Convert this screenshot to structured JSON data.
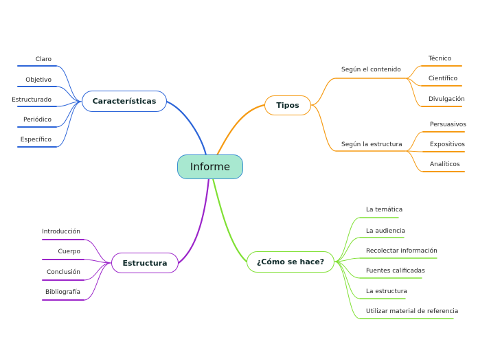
{
  "central": "Informe",
  "branches": {
    "caracteristicas": {
      "label": "Características",
      "color": "#2b64d8",
      "items": [
        "Claro",
        "Objetivo",
        "Estructurado",
        "Periódico",
        "Específico"
      ]
    },
    "tipos": {
      "label": "Tipos",
      "color": "#f59a12",
      "groups": [
        {
          "label": "Según el contenido",
          "items": [
            "Técnico",
            "Científico",
            "Divulgación"
          ]
        },
        {
          "label": "Según la estructura",
          "items": [
            "Persuasivos",
            "Expositivos",
            "Analíticos"
          ]
        }
      ]
    },
    "estructura": {
      "label": "Estructura",
      "color": "#9b24c9",
      "items": [
        "Introducción",
        "Cuerpo",
        "Conclusión",
        "Bibliografía"
      ]
    },
    "como": {
      "label": "¿Cómo se hace?",
      "color": "#7fe033",
      "items": [
        "La temática",
        "La audiencia",
        "Recolectar información",
        "Fuentes calificadas",
        "La estructura",
        "Utilizar material de referencia"
      ]
    }
  }
}
